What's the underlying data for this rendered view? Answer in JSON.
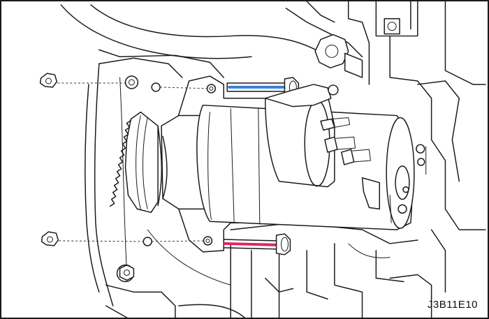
{
  "figure_code": "J3B11E10",
  "colors": {
    "upper_bolt_highlight": "#3b7fd6",
    "lower_bolt_highlight": "#e0245e",
    "line": "#1a1a1a",
    "background": "#ffffff"
  },
  "parts": [
    {
      "id": "upper-nut",
      "icon": "hex-nut-icon"
    },
    {
      "id": "lower-nut",
      "icon": "hex-nut-icon"
    },
    {
      "id": "upper-mounting-bolt",
      "icon": "bolt-icon"
    },
    {
      "id": "lower-mounting-bolt",
      "icon": "bolt-icon"
    },
    {
      "id": "starter-motor",
      "icon": "starter-motor-icon"
    },
    {
      "id": "pinion-gear",
      "icon": "gear-icon"
    },
    {
      "id": "transaxle-housing",
      "icon": "housing-icon"
    }
  ]
}
